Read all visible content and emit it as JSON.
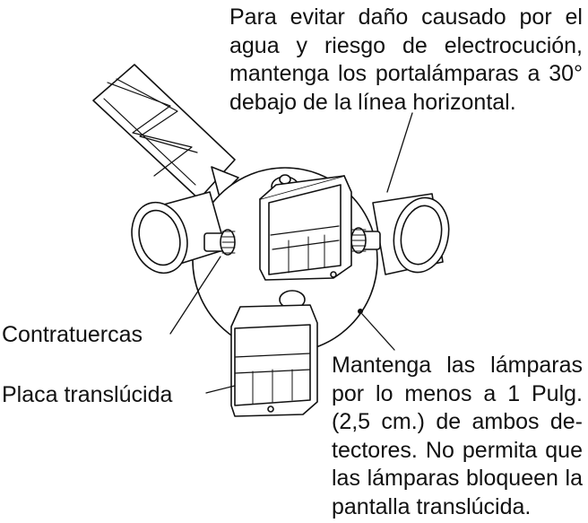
{
  "warning": {
    "lines": [
      "Para evitar daño causado por el",
      "agua y riesgo de electrocución,",
      "mantenga los portalámparas a 30°",
      "debajo de la línea horizontal."
    ]
  },
  "lamps_note": {
    "lines": [
      "Mantenga las lámparas",
      "por lo menos a 1 Pulg.",
      "(2,5 cm.) de ambos de-",
      "tectores. No permita que",
      "las lámparas bloqueen la",
      "pantalla translúcida."
    ]
  },
  "labels": {
    "locknuts": "Contratuercas",
    "lens": "Placa translúcida"
  },
  "colors": {
    "line": "#111111",
    "fill": "#ffffff"
  }
}
